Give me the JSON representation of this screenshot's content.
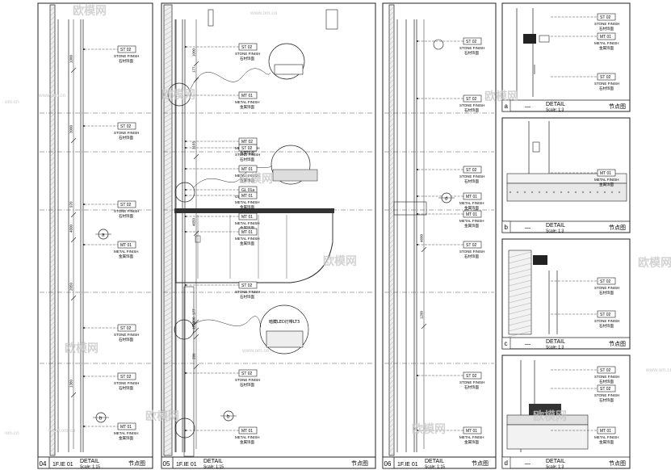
{
  "watermark": {
    "brand": "欧模网",
    "url": "www.om.cn",
    "url_short": "om.cn"
  },
  "panels": [
    {
      "number": "04",
      "code": "1F.IE 01",
      "title": "DETAIL",
      "scale": "Scale: 1:15",
      "title_cn": "节点图",
      "dims": [
        "1000",
        "3000",
        "970",
        "4600",
        "2050",
        "1380"
      ],
      "callouts": [
        {
          "code": "ST 02",
          "line1": "STONE FINISH",
          "line2": "石材饰面"
        },
        {
          "code": "ST 02",
          "line1": "STONE FINISH",
          "line2": "石材饰面"
        },
        {
          "code": "ST 02",
          "line1": "STONE FINISH",
          "line2": "石材饰面"
        },
        {
          "code": "MT 01",
          "line1": "METAL FINISH",
          "line2": "金属饰面"
        },
        {
          "code": "ST 02",
          "line1": "STONE FINISH",
          "line2": "石材饰面"
        },
        {
          "code": "ST 02",
          "line1": "STONE FINISH",
          "line2": "石材饰面"
        },
        {
          "code": "MT 01",
          "line1": "METAL FINISH",
          "line2": "金属饰面"
        }
      ],
      "markers": [
        "a",
        "b"
      ]
    },
    {
      "number": "05",
      "code": "1F.IE 01",
      "title": "DETAIL",
      "scale": "Scale: 1:15",
      "title_cn": "节点图",
      "dims": [
        "1000",
        "177",
        "3165",
        "4650",
        "177",
        "1290",
        "280",
        "200"
      ],
      "callouts": [
        {
          "code": "ST 02",
          "line1": "STONE FINISH",
          "line2": "石材饰面"
        },
        {
          "code": "MT 01",
          "line1": "METAL FINISH",
          "line2": "金属饰面"
        },
        {
          "code": "MT 02",
          "line1": "METAL FINISH",
          "line2": "金属饰面"
        },
        {
          "code": "ST 02",
          "line1": "STONE FINISH",
          "line2": "石材饰面"
        },
        {
          "code": "MT 01",
          "line1": "METAL FINISH",
          "line2": "金属饰面"
        },
        {
          "code": "GL 01a",
          "line1": "GLASS",
          "line2": ""
        },
        {
          "code": "MT 01",
          "line1": "METAL FINISH",
          "line2": "金属饰面"
        },
        {
          "code": "MT 01",
          "line1": "METAL FINISH",
          "line2": "金属饰面"
        },
        {
          "code": "MT 01",
          "line1": "METAL FINISH",
          "line2": "金属饰面"
        },
        {
          "code": "ST 02",
          "line1": "STONE FINISH",
          "line2": "石材饰面"
        },
        {
          "code": "ST 02",
          "line1": "STONE FINISH",
          "line2": "石材饰面"
        },
        {
          "code": "MT 01",
          "line1": "METAL FINISH",
          "line2": "金属饰面"
        }
      ],
      "led_note": "暗藏LED灯带LT3",
      "markers": [
        "b"
      ]
    },
    {
      "number": "06",
      "code": "1F.IE 01",
      "title": "DETAIL",
      "scale": "Scale: 1:15",
      "title_cn": "节点图",
      "dims": [
        "4600",
        "1290"
      ],
      "callouts": [
        {
          "code": "ST 02",
          "line1": "STONE FINISH",
          "line2": "石材饰面"
        },
        {
          "code": "ST 02",
          "line1": "STONE FINISH",
          "line2": "石材饰面"
        },
        {
          "code": "ST 02",
          "line1": "STONE FINISH",
          "line2": "石材饰面"
        },
        {
          "code": "MT 01",
          "line1": "METAL FINISH",
          "line2": "金属饰面"
        },
        {
          "code": "MT 01",
          "line1": "METAL FINISH",
          "line2": "金属饰面"
        },
        {
          "code": "ST 02",
          "line1": "STONE FINISH",
          "line2": "石材饰面"
        },
        {
          "code": "ST 02",
          "line1": "STONE FINISH",
          "line2": "石材饰面"
        },
        {
          "code": "MT 01",
          "line1": "METAL FINISH",
          "line2": "金属饰面"
        }
      ],
      "markers": [
        "d"
      ]
    }
  ],
  "details": [
    {
      "letter": "a",
      "dash": "—",
      "title": "DETAIL",
      "scale": "Scale: 1:3",
      "title_cn": "节点图",
      "callouts": [
        {
          "code": "ST 02",
          "line1": "STONE FINISH",
          "line2": "石材饰面"
        },
        {
          "code": "MT 01",
          "line1": "METAL FINISH",
          "line2": "金属饰面"
        },
        {
          "code": "ST 02",
          "line1": "STONE FINISH",
          "line2": "石材饰面"
        }
      ]
    },
    {
      "letter": "b",
      "dash": "—",
      "title": "DETAIL",
      "scale": "Scale: 1:3",
      "title_cn": "节点图",
      "callouts": [
        {
          "code": "MT 01",
          "line1": "METAL FINISH",
          "line2": "金属饰面"
        }
      ]
    },
    {
      "letter": "c",
      "dash": "—",
      "title": "DETAIL",
      "scale": "Scale: 1:3",
      "title_cn": "节点图",
      "callouts": [
        {
          "code": "ST 02",
          "line1": "STONE FINISH",
          "line2": "石材饰面"
        },
        {
          "code": "ST 02",
          "line1": "STONE FINISH",
          "line2": "石材饰面"
        }
      ]
    },
    {
      "letter": "d",
      "dash": "—",
      "title": "DETAIL",
      "scale": "Scale: 1:3",
      "title_cn": "节点图",
      "callouts": [
        {
          "code": "ST 02",
          "line1": "STONE FINISH",
          "line2": "石材饰面"
        },
        {
          "code": "ST 02",
          "line1": "STONE FINISH",
          "line2": "石材饰面"
        },
        {
          "code": "MT 01",
          "line1": "METAL FINISH",
          "line2": "金属饰面"
        }
      ]
    }
  ],
  "colors": {
    "line": "#222222",
    "watermark": "#c8c8c8",
    "hatch": "#9a9a9a"
  }
}
